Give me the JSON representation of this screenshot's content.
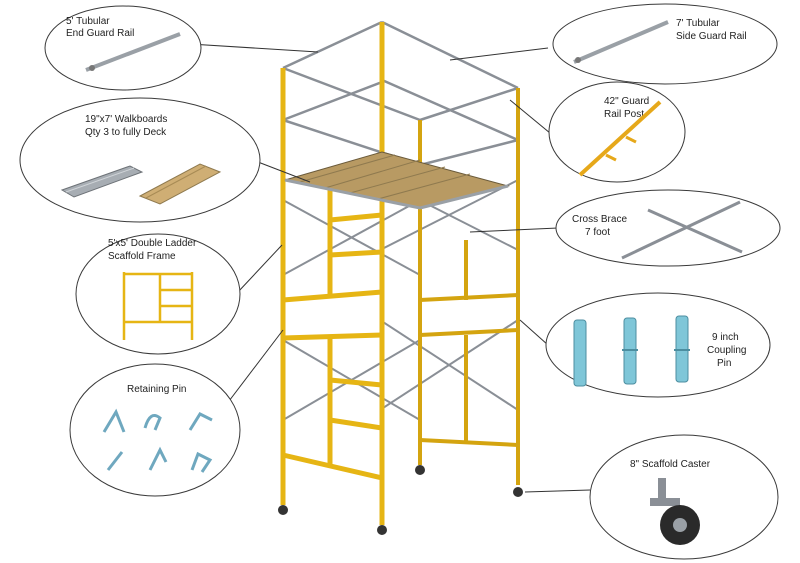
{
  "callouts": {
    "end_guard_rail": {
      "line1": "5' Tubular",
      "line2": "End Guard Rail"
    },
    "side_guard_rail": {
      "line1": "7' Tubular",
      "line2": "Side Guard Rail"
    },
    "walkboards": {
      "line1": "19\"x7' Walkboards",
      "line2": "Qty 3 to fully Deck"
    },
    "guard_rail_post": {
      "line1": "42\" Guard",
      "line2": "Rail Post"
    },
    "cross_brace": {
      "line1": "Cross Brace",
      "line2": "7 foot"
    },
    "ladder_frame": {
      "line1": "5'x5' Double Ladder",
      "line2": "Scaffold Frame"
    },
    "coupling_pin": {
      "line1": "9 inch",
      "line2": "Coupling",
      "line3": "Pin"
    },
    "retaining_pin": {
      "line1": "Retaining Pin"
    },
    "caster": {
      "line1": "8\" Scaffold Caster"
    }
  },
  "colors": {
    "frame": "#e6b514",
    "brace": "#8a8f96",
    "pin": "#7fc6d8",
    "board": "#b89a63"
  }
}
